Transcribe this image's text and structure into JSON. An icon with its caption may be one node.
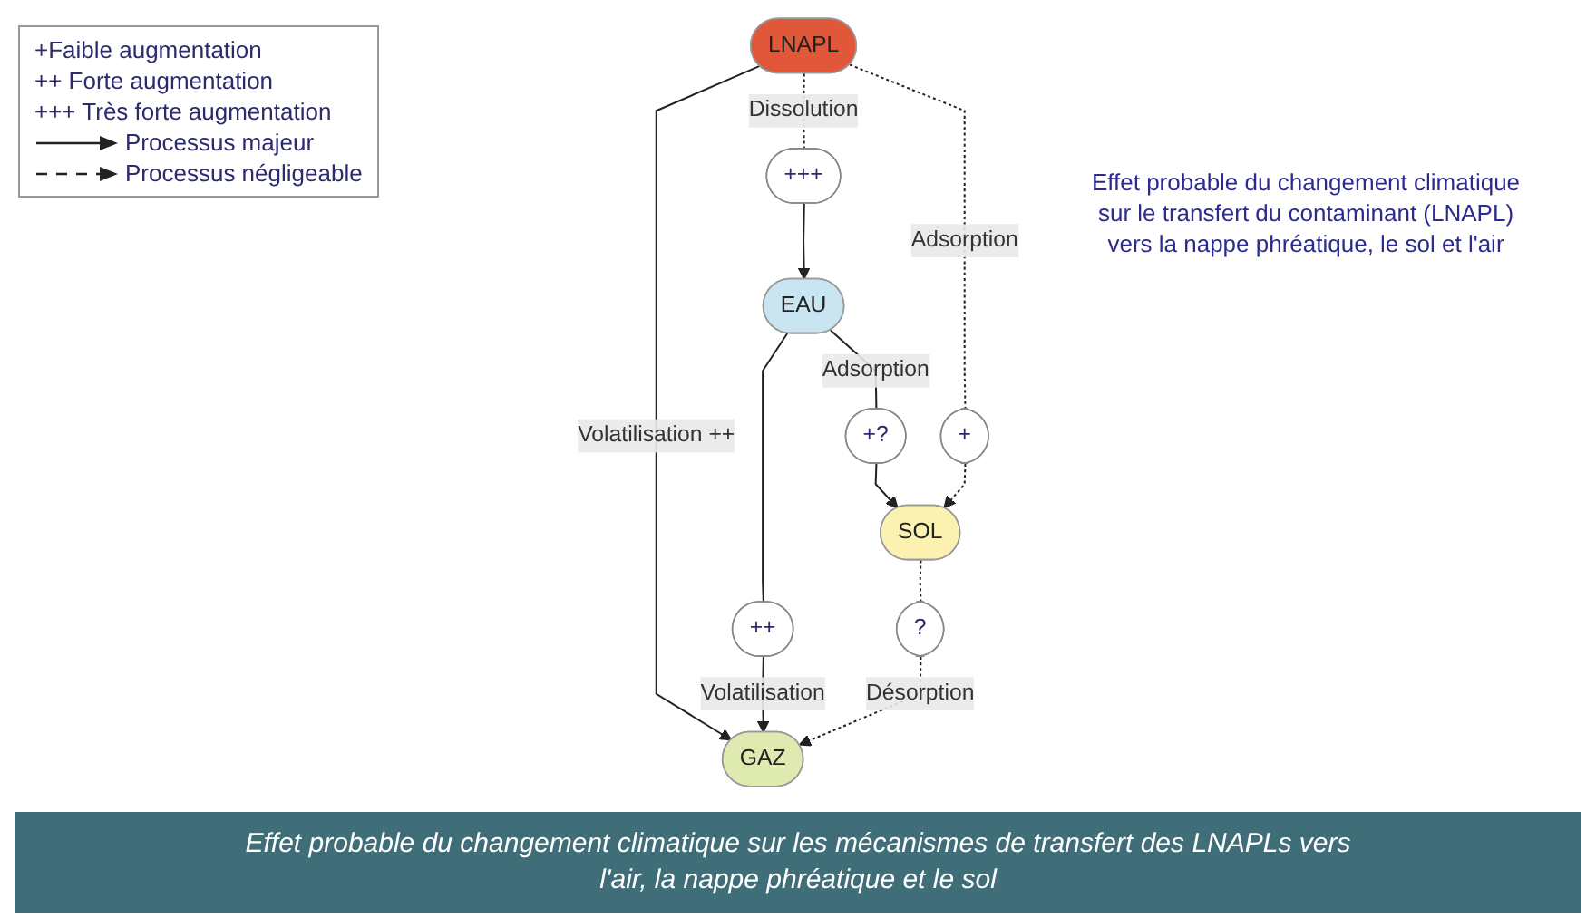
{
  "diagram": {
    "caption": "Effet probable du changement climatique sur les mécanismes de transfert des LNAPLs vers l'air, la nappe phréatique et le sol",
    "nodes": [
      {
        "text": [
          "GAZ"
        ]
      },
      {
        "text": [
          "++"
        ]
      },
      {
        "text": [
          "?"
        ]
      },
      {
        "text": [
          "LNAPL"
        ]
      },
      {
        "text": [
          "+++"
        ]
      },
      {
        "text": [
          "+"
        ]
      },
      {
        "text": [
          "EAU"
        ]
      },
      {
        "text": [
          "+?"
        ]
      },
      {
        "text": [
          "SOL"
        ]
      }
    ],
    "edges": [
      {
        "from": 6,
        "to": 1,
        "arrow": "none"
      },
      {
        "from": 1,
        "to": 0,
        "arrow": "to",
        "label": "Volatilisation"
      },
      {
        "from": 3,
        "to": 0,
        "arrow": "to",
        "label": "Volatilisation ++"
      },
      {
        "from": 8,
        "to": 2,
        "arrow": "none",
        "style": "dashed"
      },
      {
        "from": 2,
        "to": 0,
        "arrow": "to",
        "style": "dashed",
        "label": "Désorption"
      },
      {
        "from": 3,
        "to": 4,
        "arrow": "none",
        "style": "dashed",
        "label": "Dissolution"
      },
      {
        "from": 4,
        "to": 6,
        "arrow": "to"
      },
      {
        "from": 3,
        "to": 5,
        "arrow": "none",
        "style": "dashed",
        "label": "Adsorption"
      },
      {
        "from": 5,
        "to": 8,
        "arrow": "to",
        "style": "dashed"
      },
      {
        "from": 6,
        "to": 7,
        "arrow": "none",
        "label": "Adsorption"
      },
      {
        "from": 7,
        "to": 8,
        "arrow": "to"
      }
    ],
    "labels": [
      "Effet probable du changement climatique sur le transfert du contaminant (LNAPL) vers la nappe phréatique, le sol et l'air"
    ],
    "legend": [
      {
        "text": "+Faible augmentation"
      },
      {
        "text": "++ Forte augmentation"
      },
      {
        "text": "+++ Très forte augmentation"
      },
      {
        "text": "Processus majeur"
      },
      {
        "text": "Processus négligeable"
      }
    ]
  }
}
